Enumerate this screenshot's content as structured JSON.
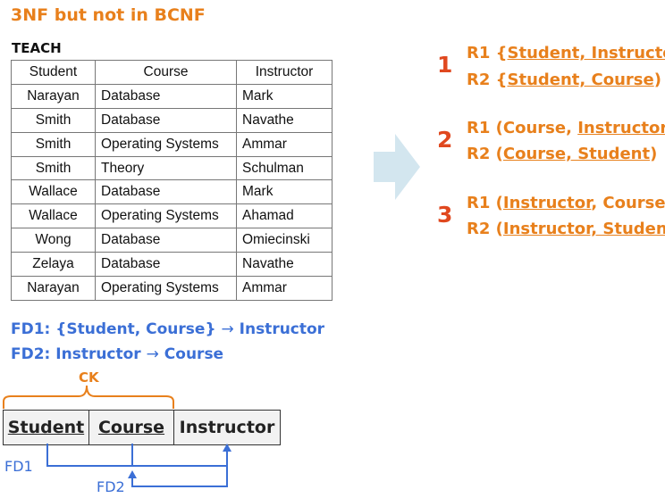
{
  "title": "3NF but not in BCNF",
  "table": {
    "name": "TEACH",
    "headers": [
      "Student",
      "Course",
      "Instructor"
    ],
    "rows": [
      [
        "Narayan",
        "Database",
        "Mark"
      ],
      [
        "Smith",
        "Database",
        "Navathe"
      ],
      [
        "Smith",
        "Operating Systems",
        "Ammar"
      ],
      [
        "Smith",
        "Theory",
        "Schulman"
      ],
      [
        "Wallace",
        "Database",
        "Mark"
      ],
      [
        "Wallace",
        "Operating Systems",
        "Ahamad"
      ],
      [
        "Wong",
        "Database",
        "Omiecinski"
      ],
      [
        "Zelaya",
        "Database",
        "Navathe"
      ],
      [
        "Narayan",
        "Operating Systems",
        "Ammar"
      ]
    ]
  },
  "fds": {
    "fd1_left": "FD1: {Student, Course}",
    "fd1_right": "Instructor",
    "fd2_left": "FD2: Instructor",
    "fd2_right": "Course",
    "arrow_glyph": "→"
  },
  "schema": {
    "ck_label": "CK",
    "attrs": [
      "Student",
      "Course",
      "Instructor"
    ],
    "fd1_label": "FD1",
    "fd2_label": "FD2"
  },
  "options": [
    {
      "num": "1",
      "r1": {
        "name": "R1",
        "open": "{",
        "u": "Student, Instructor",
        "close": "}"
      },
      "r2": {
        "name": "R2",
        "open": "{",
        "u": "Student, Course",
        "close": ")"
      }
    },
    {
      "num": "2",
      "r1": {
        "name": "R1",
        "pre": "(Course, ",
        "u": "Instructor",
        "close": ")"
      },
      "r2": {
        "name": "R2",
        "open": "(",
        "u": "Course, Student",
        "close": ")"
      }
    },
    {
      "num": "3",
      "r1": {
        "name": "R1",
        "open": "(",
        "u": "Instructor",
        "post": ", Course)"
      },
      "r2": {
        "name": "R2",
        "open": "(",
        "u": "Instructor, Student",
        "close": ")"
      }
    }
  ],
  "colors": {
    "orange": "#e8801c",
    "red": "#e0481f",
    "blue": "#3b6fd6",
    "arrow": "#d3e6ef"
  }
}
